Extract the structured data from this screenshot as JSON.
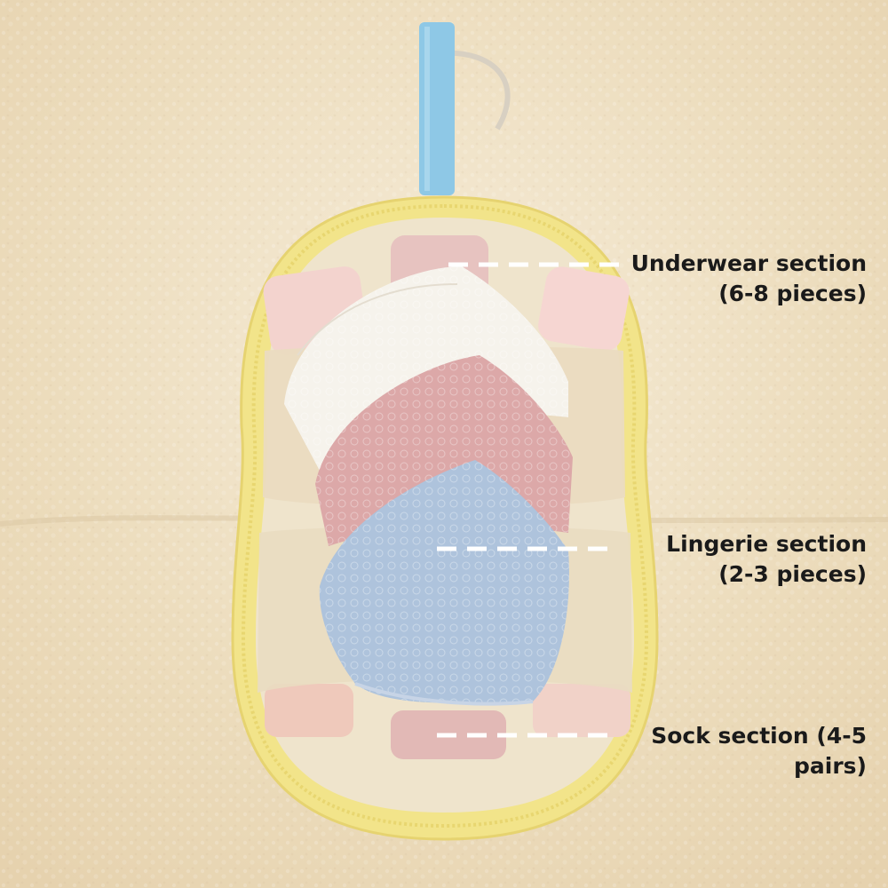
{
  "callouts": {
    "underwear": {
      "line1": "Underwear section",
      "line2": "(6-8 pieces)"
    },
    "lingerie": {
      "line1": "Lingerie section",
      "line2": "(2-3 pieces)"
    },
    "sock": {
      "line1": "Sock section (4-5",
      "line2": "pairs)"
    }
  },
  "colors": {
    "background": "#efe3c8",
    "bag_outer": "#f2e48a",
    "bag_lining": "#efe4cc",
    "hanger_strap": "#8ec8e6",
    "bra_white": "#f6f3ec",
    "bra_pink": "#dca8a8",
    "bra_blue": "#aec3dc",
    "text": "#1a1a1a"
  }
}
